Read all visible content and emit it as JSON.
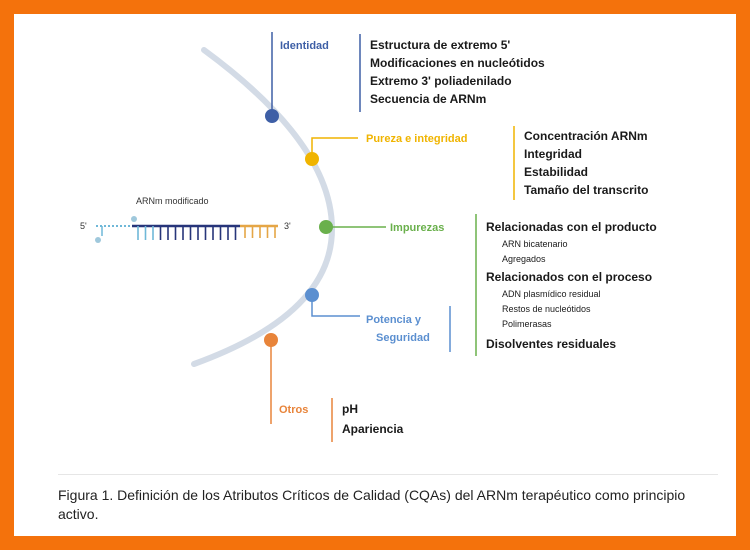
{
  "colors": {
    "frame": "#f4720c",
    "arc": "#d3dbe6",
    "identity": "#3e5fa6",
    "purity": "#f0b400",
    "impurities": "#6ab04c",
    "potency": "#5b8fd0",
    "others": "#e8843a",
    "rna_backbone": "#27357a",
    "rna_cap": "#6fb8d8",
    "rna_tail": "#e5a646"
  },
  "diagram": {
    "mrna_label": "ARNm modificado",
    "five_prime": "5'",
    "three_prime": "3'",
    "groups": [
      {
        "key": "identity",
        "title": "Identidad",
        "items": [
          {
            "text": "Estructura de extremo 5'",
            "level": 0
          },
          {
            "text": "Modificaciones en nucleótidos",
            "level": 0
          },
          {
            "text": "Extremo 3' poliadenilado",
            "level": 0
          },
          {
            "text": "Secuencia de ARNm",
            "level": 0
          }
        ]
      },
      {
        "key": "purity",
        "title": "Pureza e integridad",
        "items": [
          {
            "text": "Concentración ARNm",
            "level": 0
          },
          {
            "text": "Integridad",
            "level": 0
          },
          {
            "text": "Estabilidad",
            "level": 0
          },
          {
            "text": "Tamaño del transcrito",
            "level": 0
          }
        ]
      },
      {
        "key": "impurities",
        "title": "Impurezas",
        "items": [
          {
            "text": "Relacionadas con el producto",
            "level": 0
          },
          {
            "text": "ARN bicatenario",
            "level": 1
          },
          {
            "text": "Agregados",
            "level": 1
          },
          {
            "text": "Relacionados con el proceso",
            "level": 0
          },
          {
            "text": "ADN plasmídico residual",
            "level": 1
          },
          {
            "text": "Restos de nucleótidos",
            "level": 1
          },
          {
            "text": "Polimerasas",
            "level": 1
          },
          {
            "text": "Disolventes residuales",
            "level": 0
          }
        ]
      },
      {
        "key": "potency",
        "title_lines": [
          "Potencia y",
          "Seguridad"
        ],
        "items": []
      },
      {
        "key": "others",
        "title": "Otros",
        "items": [
          {
            "text": "pH",
            "level": 0
          },
          {
            "text": "Apariencia",
            "level": 0
          }
        ]
      }
    ]
  },
  "caption": "Figura 1. Definición de los Atributos Críticos de Calidad (CQAs) del ARNm terapéutico como principio activo."
}
